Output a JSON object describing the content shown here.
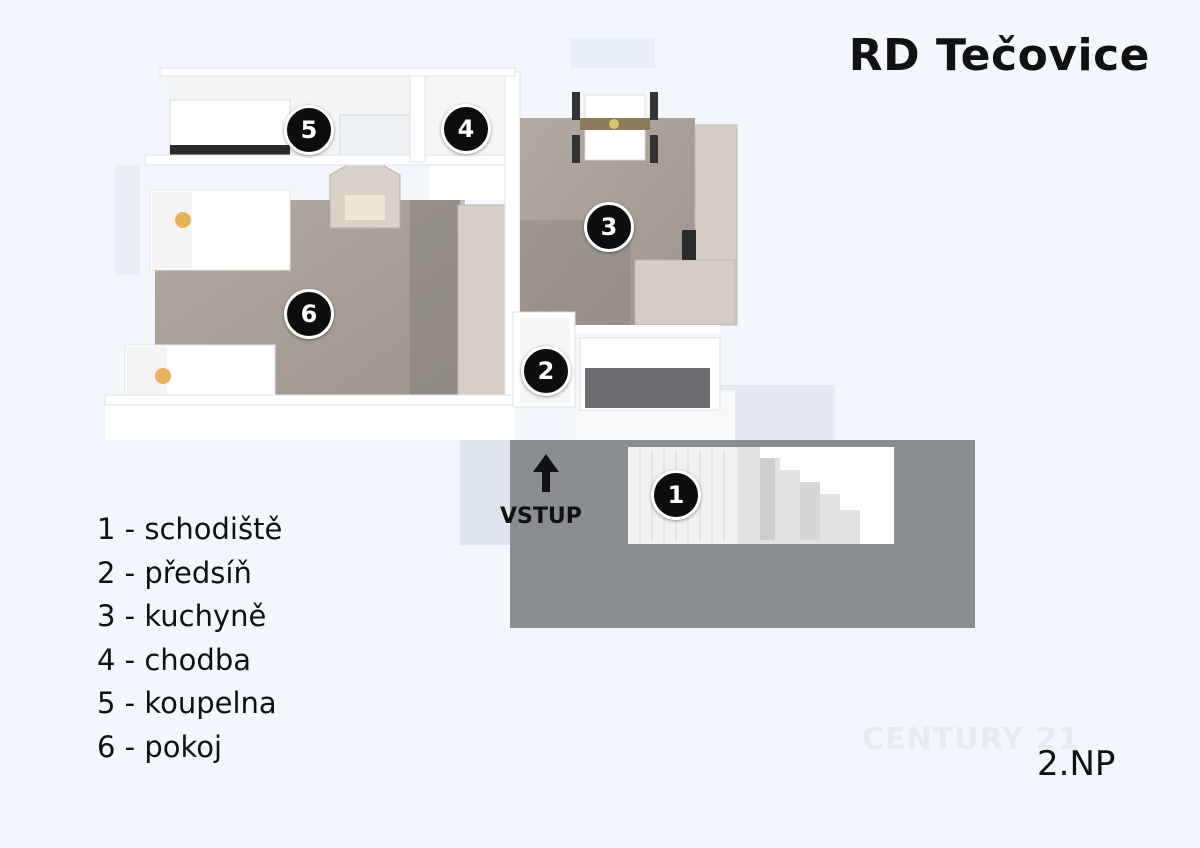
{
  "title": "RD Tečovice",
  "floor": "2.NP",
  "watermark": "CENTURY 21",
  "entry_label": "VSTUP",
  "rooms": [
    {
      "number": "1",
      "name": "schodiště",
      "legend": "1 - schodiště"
    },
    {
      "number": "2",
      "name": "předsíň",
      "legend": "2 - předsíň"
    },
    {
      "number": "3",
      "name": "kuchyně",
      "legend": "3 - kuchyně"
    },
    {
      "number": "4",
      "name": "chodba",
      "legend": "4 - chodba"
    },
    {
      "number": "5",
      "name": "koupelna",
      "legend": "5 - koupelna"
    },
    {
      "number": "6",
      "name": "pokoj",
      "legend": "6 - pokoj"
    }
  ],
  "colors": {
    "background": "#f2f7fd",
    "wood_floor": "#a89e94",
    "terrace": "#8a8d91",
    "wall": "#ffffff",
    "marker": "#0d0d0d"
  }
}
